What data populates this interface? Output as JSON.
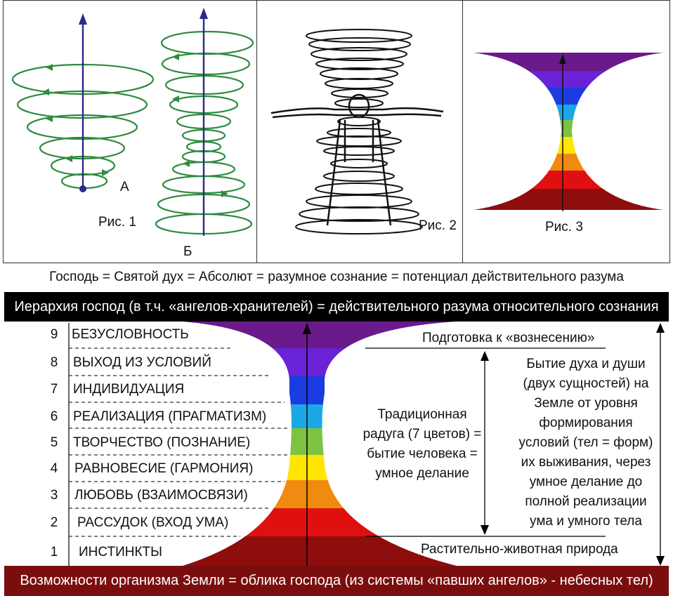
{
  "figures": {
    "fig1_caption": "Рис. 1",
    "fig1_label_a": "А",
    "fig1_label_b": "Б",
    "fig2_caption": "Рис. 2",
    "fig3_caption": "Рис. 3"
  },
  "header_line": "Господь = Святой дух = Абсолют = разумное сознание = потенциал действительного разума",
  "top_band": "Иерархия господ (в т.ч. «ангелов-хранителей) = действительного разума относительного сознания",
  "bottom_band": "Возможности организма Земли = облика господа (из системы «павших ангелов» - небесных тел)",
  "levels": [
    {
      "num": "9",
      "label": "БЕЗУСЛОВНОСТЬ"
    },
    {
      "num": "8",
      "label": "ВЫХОД ИЗ УСЛОВИЙ"
    },
    {
      "num": "7",
      "label": "ИНДИВИДУАЦИЯ"
    },
    {
      "num": "6",
      "label": "РЕАЛИЗАЦИЯ (ПРАГМАТИЗМ)"
    },
    {
      "num": "5",
      "label": "ТВОРЧЕСТВО (ПОЗНАНИЕ)"
    },
    {
      "num": "4",
      "label": "РАВНОВЕСИЕ (ГАРМОНИЯ)"
    },
    {
      "num": "3",
      "label": "ЛЮБОВЬ (ВЗАИМОСВЯЗИ)"
    },
    {
      "num": "2",
      "label": "РАССУДОК (ВХОД УМА)"
    },
    {
      "num": "1",
      "label": "ИНСТИНКТЫ"
    }
  ],
  "annotations": {
    "top_right": "Подготовка к «вознесению»",
    "bottom_right": "Растительно-животная природа",
    "middle": [
      "Традиционная",
      "радуга (7 цветов) =",
      "бытие человека =",
      "умное делание"
    ],
    "right": [
      "Бытие духа и души",
      "(двух сущностей) на",
      "Земле от уровня",
      "формирования",
      "условий (тел = форм)",
      "их выживания, через",
      "умное делание до",
      "полной реализации",
      "ума и умного тела"
    ]
  },
  "colors": {
    "violet": "#6a1a8a",
    "indigo": "#6a22d6",
    "blue": "#1a3ce0",
    "cyan": "#1aa8e6",
    "green": "#7dc242",
    "yellow": "#ffe600",
    "orange": "#f08a10",
    "red": "#e01010",
    "darkred": "#8e0d0d",
    "spiral": "#2e8b3e",
    "axis": "#2a2a8a"
  }
}
